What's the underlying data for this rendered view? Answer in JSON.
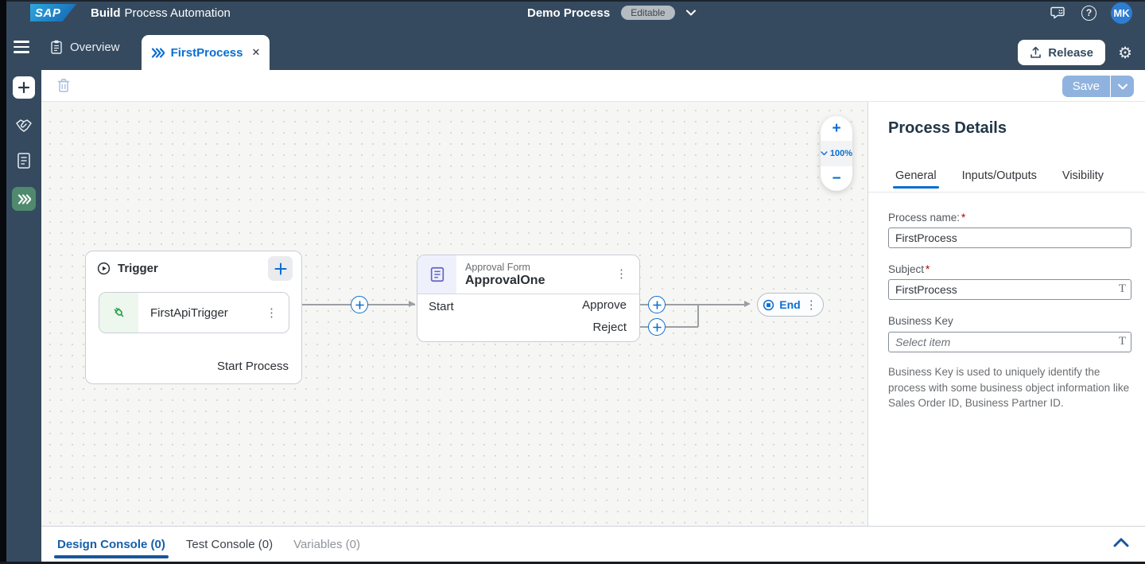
{
  "shell": {
    "brand": "SAP",
    "app_title_bold": "Build",
    "app_title_rest": "Process Automation",
    "page_title": "Demo Process",
    "status_label": "Editable",
    "avatar_initials": "MK"
  },
  "tab_bar": {
    "overview_label": "Overview",
    "process_tab_label": "FirstProcess",
    "release_label": "Release"
  },
  "toolbar": {
    "save_label": "Save"
  },
  "canvas": {
    "zoom_level": "100%",
    "trigger_panel": {
      "title": "Trigger",
      "trigger_name": "FirstApiTrigger",
      "footer_action": "Start Process"
    },
    "approval_node": {
      "type_label": "Approval Form",
      "name": "ApprovalOne",
      "input_label": "Start",
      "output_approve": "Approve",
      "output_reject": "Reject"
    },
    "end_node_label": "End"
  },
  "details_panel": {
    "title": "Process Details",
    "tabs": [
      "General",
      "Inputs/Outputs",
      "Visibility"
    ],
    "process_name": {
      "label": "Process name:",
      "required_marker": "*",
      "value": "FirstProcess"
    },
    "subject": {
      "label": "Subject",
      "required_marker": "*",
      "value": "FirstProcess"
    },
    "business_key": {
      "label": "Business Key",
      "placeholder": "Select item"
    },
    "business_key_help": "Business Key is used to uniquely identify the process with some business object information like Sales Order ID, Business Partner ID."
  },
  "console_bar": {
    "tabs": [
      "Design Console (0)",
      "Test Console (0)",
      "Variables (0)"
    ]
  },
  "icons": {
    "close": "✕",
    "overflow_dots": "⋮",
    "help": "?",
    "gear": "⚙",
    "zoom_in": "+",
    "zoom_out": "−",
    "text_type": "T"
  },
  "colors": {
    "shell": "#354a5f",
    "accent_blue": "#0a6ed1",
    "active_module_green": "#4f8a6e",
    "trigger_green": "#2f9e52",
    "form_purple": "#6161c8"
  }
}
